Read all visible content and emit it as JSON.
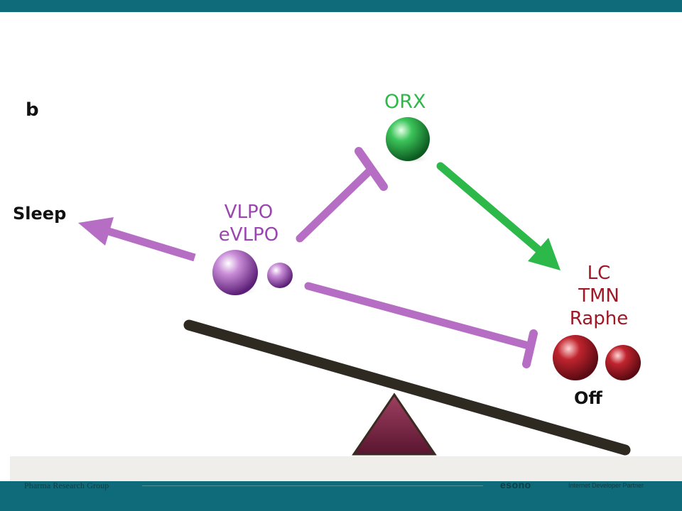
{
  "panel_letter": "b",
  "nodes": {
    "orx": "ORX",
    "vlpo": [
      "VLPO",
      "eVLPO"
    ],
    "wake": [
      "LC",
      "TMN",
      "Raphe"
    ]
  },
  "outputs": {
    "sleep": "Sleep",
    "off": "Off"
  },
  "footer": {
    "org": "Pharma Research Group",
    "logo": "esono",
    "tagline": "Internet Developer Partner"
  },
  "colors": {
    "header_bar": "#0f6b7a",
    "orx_green": "#2db84a",
    "vlpo_purple": "#b66ec4",
    "wake_red": "#a01826",
    "seesaw": "#2e2a22",
    "fulcrum": "#7a2640"
  }
}
